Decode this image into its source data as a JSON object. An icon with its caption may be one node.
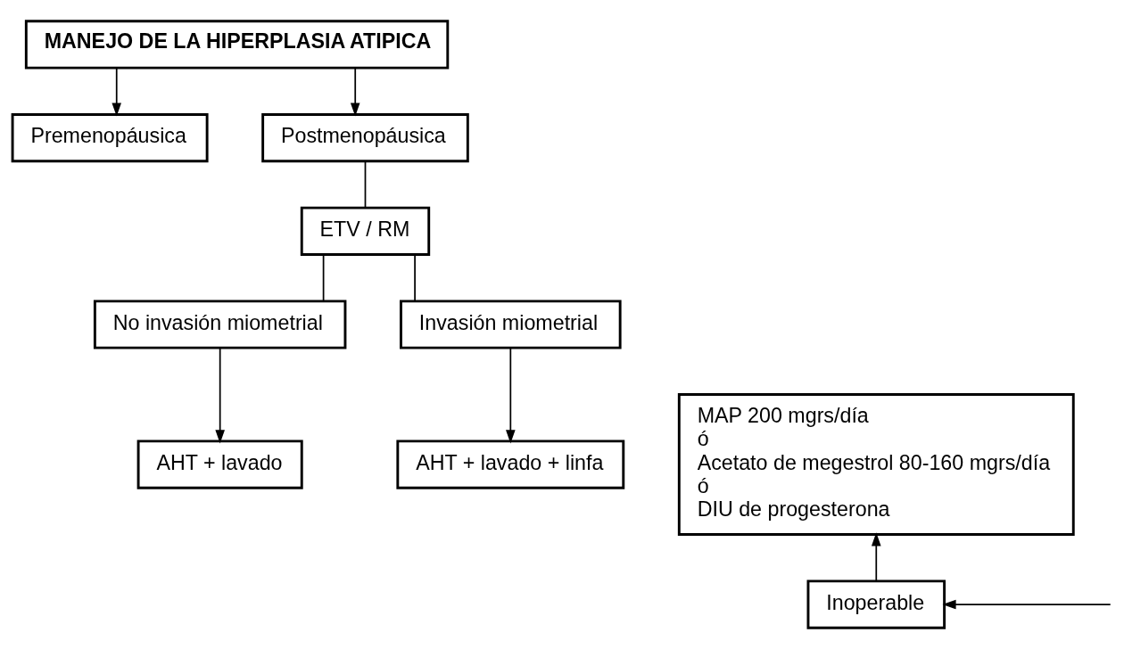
{
  "diagram": {
    "nodes": [
      {
        "text": [
          "MANEJO DE LA HIPERPLASIA ATIPICA"
        ]
      },
      {
        "text": [
          "Premenopáusica"
        ]
      },
      {
        "text": [
          "Postmenopáusica"
        ]
      },
      {
        "text": [
          "ETV / RM"
        ]
      },
      {
        "text": [
          "No invasión miometrial"
        ]
      },
      {
        "text": [
          "Invasión miometrial"
        ]
      },
      {
        "text": [
          "AHT + lavado"
        ]
      },
      {
        "text": [
          "AHT + lavado + linfa"
        ]
      },
      {
        "text": [
          "MAP 200 mgrs/día",
          "ó",
          "Acetato de megestrol 80-160 mgrs/día",
          "ó",
          "DIU de progesterona"
        ]
      },
      {
        "text": [
          "Inoperable"
        ]
      }
    ],
    "edges": [
      {
        "from": 0,
        "to": 1,
        "arrow": "to"
      },
      {
        "from": 0,
        "to": 2,
        "arrow": "to"
      },
      {
        "from": 2,
        "to": 3,
        "arrow": "none"
      },
      {
        "from": 3,
        "to": 4,
        "arrow": "none"
      },
      {
        "from": 3,
        "to": 5,
        "arrow": "none"
      },
      {
        "from": 4,
        "to": 6,
        "arrow": "to"
      },
      {
        "from": 5,
        "to": 7,
        "arrow": "to"
      },
      {
        "from": null,
        "to": 9,
        "arrow": "to"
      },
      {
        "from": 9,
        "to": 8,
        "arrow": "to"
      }
    ]
  }
}
